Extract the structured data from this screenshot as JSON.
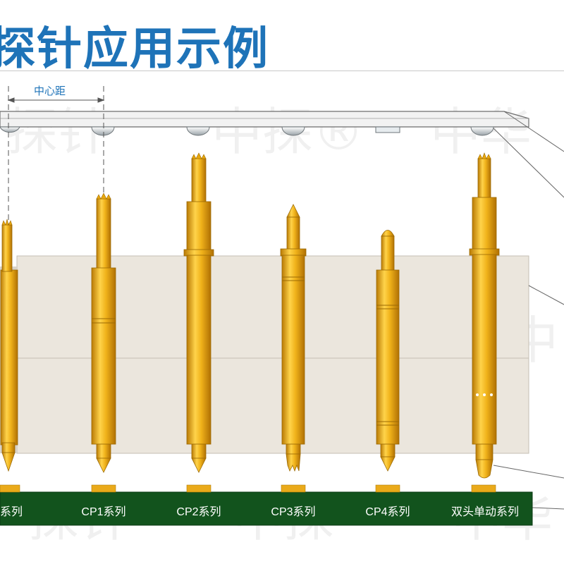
{
  "title": "探针应用示例",
  "pitch_label": "中心距",
  "watermark": "中华探针®",
  "pin_series": [
    {
      "label": "CP系列"
    },
    {
      "label": "CP1系列"
    },
    {
      "label": "CP2系列"
    },
    {
      "label": "CP3系列"
    },
    {
      "label": "CP4系列"
    },
    {
      "label": "双头单动系列"
    }
  ],
  "colors": {
    "title": "#1e73b8",
    "pin_gold": "#e8a80e",
    "block": "#ebe6dd",
    "pcb": "#12531d",
    "pad": "#eaaa1a"
  }
}
